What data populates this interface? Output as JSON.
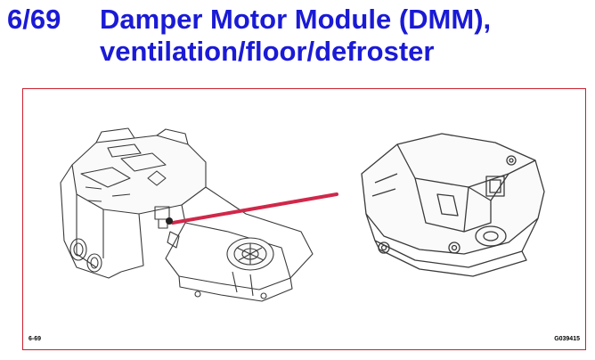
{
  "header": {
    "section_number": "6/69",
    "title_line1": "Damper Motor Module (DMM),",
    "title_line2": "ventilation/floor/defroster"
  },
  "figure": {
    "ref_left": "6-69",
    "ref_right": "G039415"
  },
  "colors": {
    "title": "#1a1ad6",
    "frame_border": "#c8202e",
    "pointer_line": "#d0284a",
    "drawing": "#3a3a3a"
  }
}
